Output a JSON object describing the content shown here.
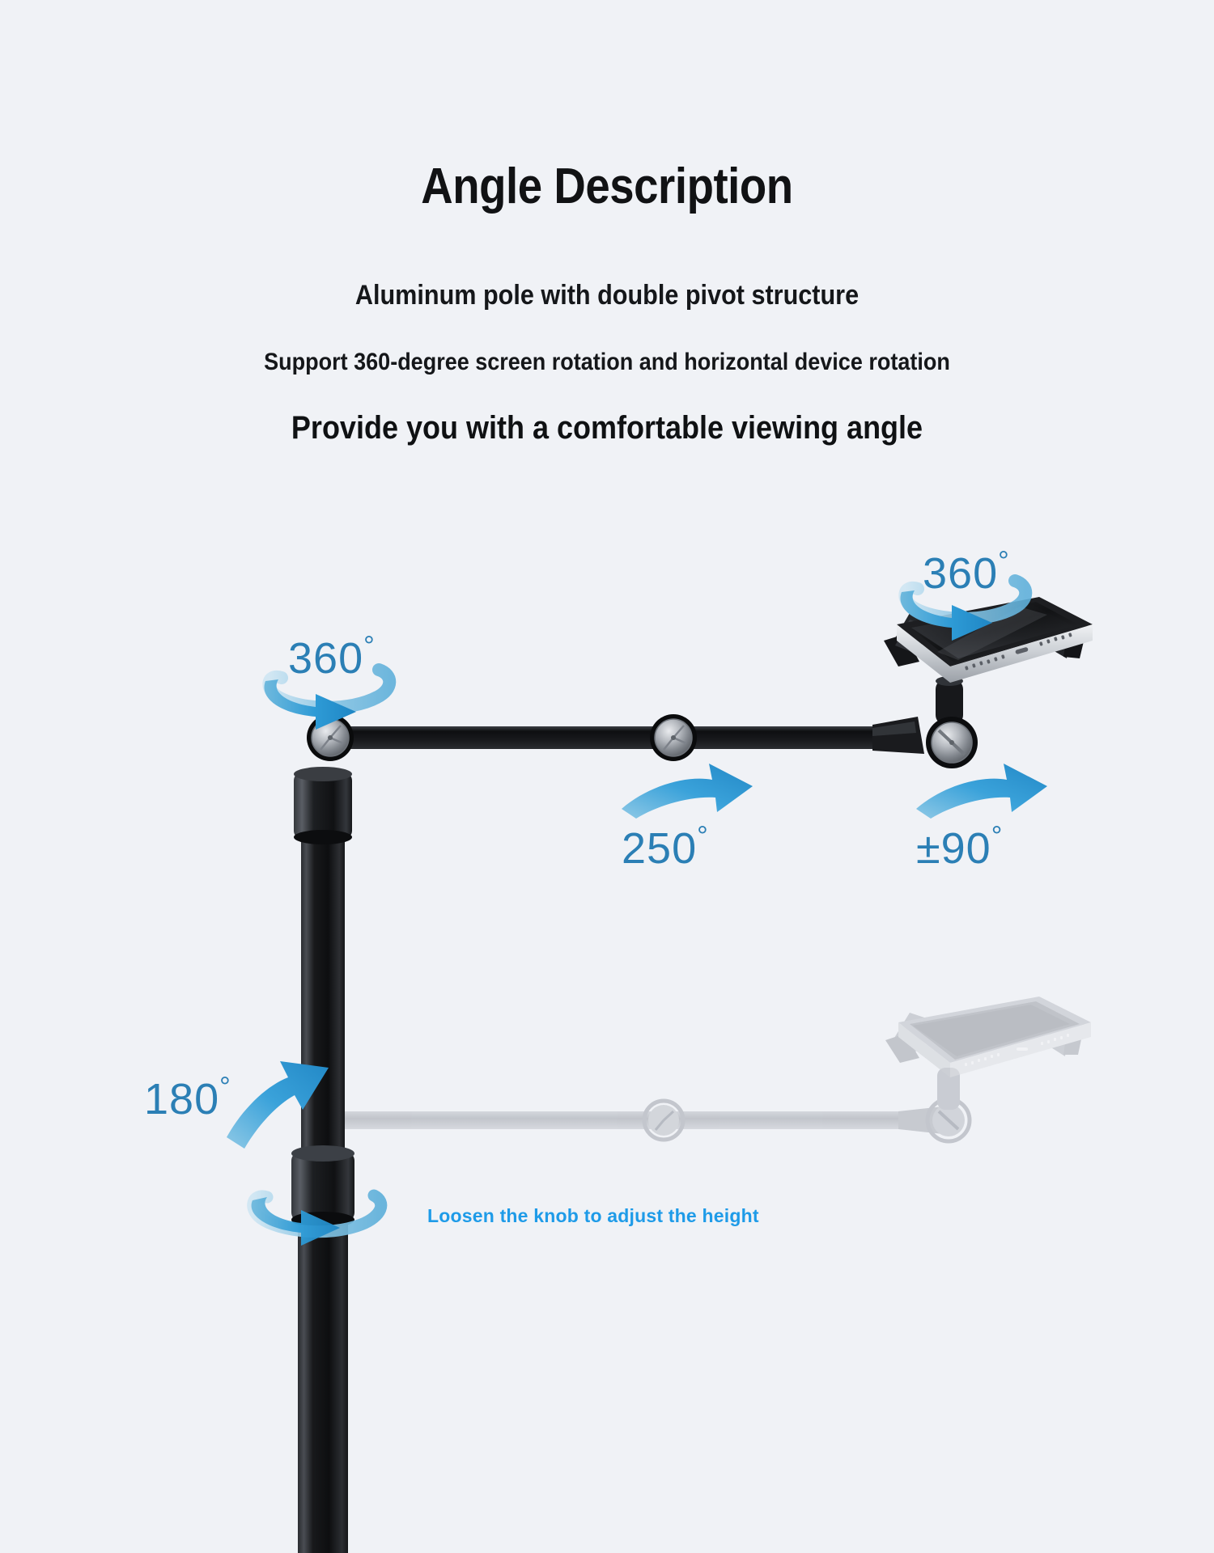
{
  "headings": {
    "title": "Angle Description",
    "line1": "Aluminum pole with double pivot structure",
    "line2": "Support 360-degree screen rotation and horizontal device rotation",
    "line3": "Provide you with a comfortable viewing angle"
  },
  "annotations": {
    "rotation_pole_360": "360",
    "rotation_device_360": "360",
    "elbow_250": "250",
    "tilt_90": "±90",
    "arm_180": "180",
    "degree_symbol": "°",
    "knob_note": "Loosen the knob to adjust the height"
  },
  "colors": {
    "background": "#f0f2f6",
    "heading_text": "#111214",
    "angle_label": "#2b7fb5",
    "arrow_blue": "#2e9bd6",
    "arrow_blue_light": "#8fc9e6",
    "knob_note": "#1e9be8",
    "pole_black": "#1b1c1e",
    "ghost_gray": "#b9bcc4"
  },
  "device": {
    "type": "tablet-in-clamp-holder",
    "screen_color": "#1a1a1c",
    "frame_color": "#c9cdd2"
  }
}
